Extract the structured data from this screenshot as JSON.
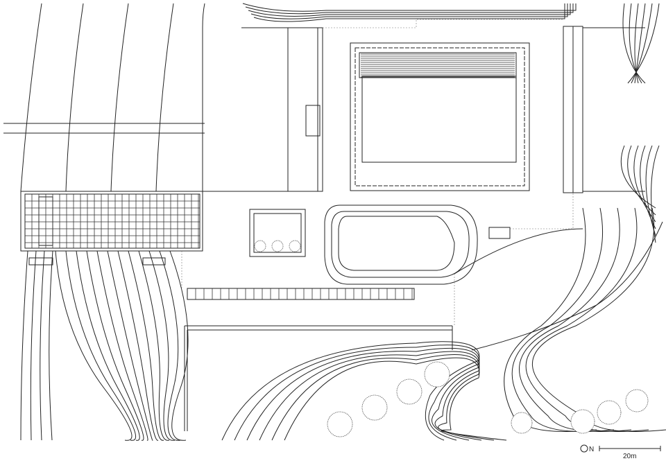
{
  "drawing": {
    "type": "site plan",
    "north_label": "N",
    "scale_label": "20m",
    "line_color": "#222222",
    "background": "#ffffff"
  }
}
